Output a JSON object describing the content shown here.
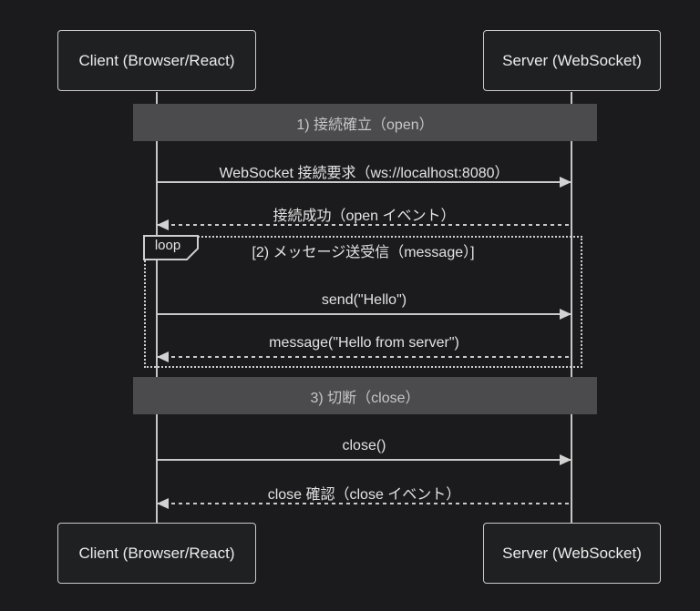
{
  "diagram": {
    "type": "sequence",
    "actors": [
      {
        "id": "client",
        "label": "Client (Browser/React)"
      },
      {
        "id": "server",
        "label": "Server (WebSocket)"
      }
    ],
    "sections": [
      {
        "label": "1) 接続確立（open）"
      },
      {
        "label": "3) 切断（close）"
      }
    ],
    "loop": {
      "keyword": "loop",
      "title": "[2) メッセージ送受信（message）]"
    },
    "messages": [
      {
        "label": "WebSocket 接続要求（ws://localhost:8080）",
        "from": "client",
        "to": "server",
        "style": "solid"
      },
      {
        "label": "接続成功（open イベント）",
        "from": "server",
        "to": "client",
        "style": "dashed"
      },
      {
        "label": "send(\"Hello\")",
        "from": "client",
        "to": "server",
        "style": "solid"
      },
      {
        "label": "message(\"Hello from server\")",
        "from": "server",
        "to": "client",
        "style": "dashed"
      },
      {
        "label": "close()",
        "from": "client",
        "to": "server",
        "style": "solid"
      },
      {
        "label": "close 確認（close イベント）",
        "from": "server",
        "to": "client",
        "style": "dashed"
      }
    ],
    "colors": {
      "background": "#1b1b1d",
      "actor_fill": "#1f2021",
      "actor_border": "#c9c9c9",
      "band_fill": "#4b4b4d",
      "band_text": "#c6c6c6",
      "line": "#c9c9c9",
      "message_text": "#e3e3e3"
    }
  }
}
